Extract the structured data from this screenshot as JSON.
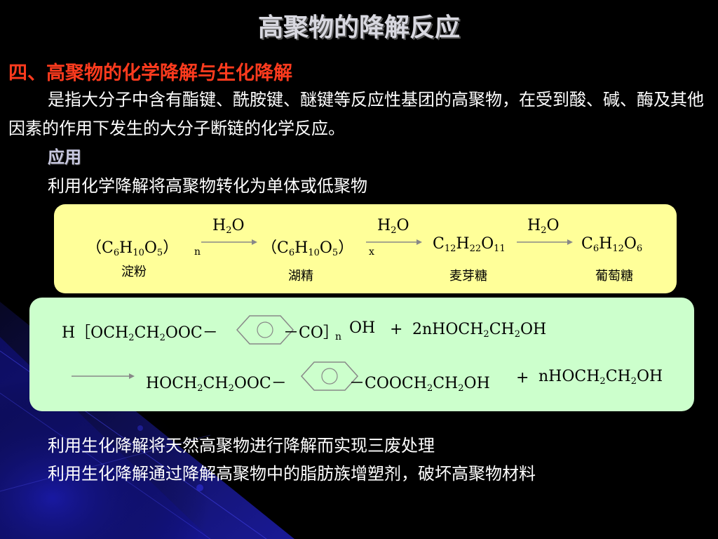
{
  "slide": {
    "title": "高聚物的降解反应",
    "section_heading": "四、高聚物的化学降解与生化降解",
    "paragraph": "是指大分子中含有酯键、酰胺键、醚键等反应性基团的高聚物，在受到酸、碱、酶及其他因素的作用下发生的大分子断链的化学反应。",
    "application_heading": "应用",
    "line_chemical": "利用化学降解将高聚物转化为单体或低聚物",
    "line_bio1": "利用生化降解将天然高聚物进行降解而实现三废处理",
    "line_bio2": "利用生化降解通过降解高聚物中的脂肪族增塑剂，破坏高聚物材料"
  },
  "reaction1": {
    "arrow_labels": [
      "H2O",
      "H2O",
      "H2O"
    ],
    "starch_subscript": "n",
    "dextrin_subscript": "x",
    "names": {
      "starch": "淀粉",
      "dextrin": "湖精",
      "maltose": "麦芽糖",
      "glucose": "葡萄糖"
    }
  },
  "reaction2": {
    "reactant_prefix": "H［OCH2CH2OOC－",
    "reactant_mid": "－CO］",
    "reactant_sub": "n",
    "reactant_end": "OH",
    "plus1": "+",
    "reagent": "2nHOCH2CH2OH",
    "product_prefix": "HOCH2CH2OOC－",
    "product_suffix": "－COOCH2CH2OH",
    "plus2": "+",
    "byproduct": "nHOCH2CH2OH"
  },
  "colors": {
    "section_heading": "#ff3b1e",
    "box1_background": "#ffff99",
    "box2_background": "#ccffcc",
    "background_accent": "#1a1aa8"
  }
}
